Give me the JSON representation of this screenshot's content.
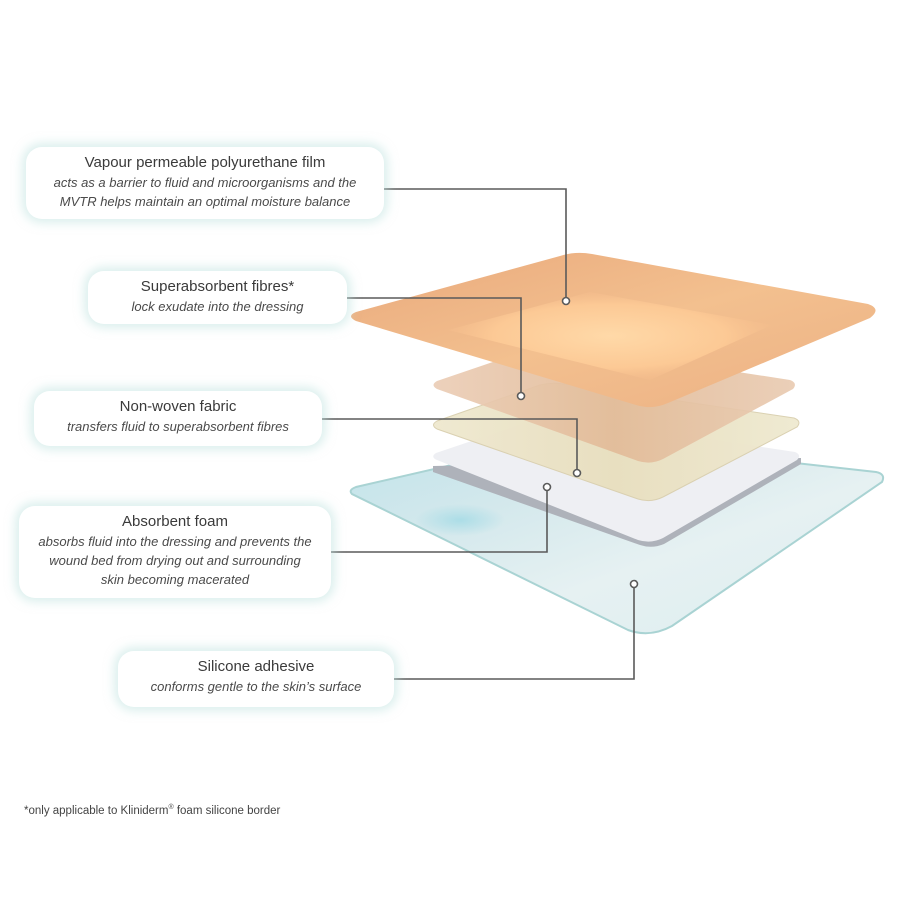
{
  "diagram": {
    "type": "exploded layer diagram",
    "layers": [
      {
        "id": "film",
        "title": "Vapour permeable polyurethane film",
        "description_lines": [
          "acts as a barrier to fluid and microorganisms and the",
          "MVTR helps maintain an optimal moisture balance"
        ],
        "color": "#EDB48A"
      },
      {
        "id": "fibres",
        "title": "Superabsorbent fibres*",
        "description_lines": [
          "lock exudate into the dressing"
        ],
        "color": "#E6C3A6"
      },
      {
        "id": "nonwoven",
        "title": "Non-woven fabric",
        "description_lines": [
          "transfers fluid to superabsorbent fibres"
        ],
        "color": "#EDE5C6"
      },
      {
        "id": "foam",
        "title": "Absorbent foam",
        "description_lines": [
          "absorbs fluid into the dressing and prevents the",
          "wound bed from drying out and surrounding",
          "skin becoming macerated"
        ],
        "color": "#EEEFF3"
      },
      {
        "id": "silicone",
        "title": "Silicone adhesive",
        "description_lines": [
          "conforms gentle to the skin’s surface"
        ],
        "color": "#D7EBEE"
      }
    ],
    "colors": {
      "connector": "#5a5a5a",
      "callout_glow": "#BEE1DE"
    }
  },
  "footnote": {
    "prefix": "*only applicable to Kliniderm",
    "mark": "®",
    "suffix": " foam silicone border"
  }
}
